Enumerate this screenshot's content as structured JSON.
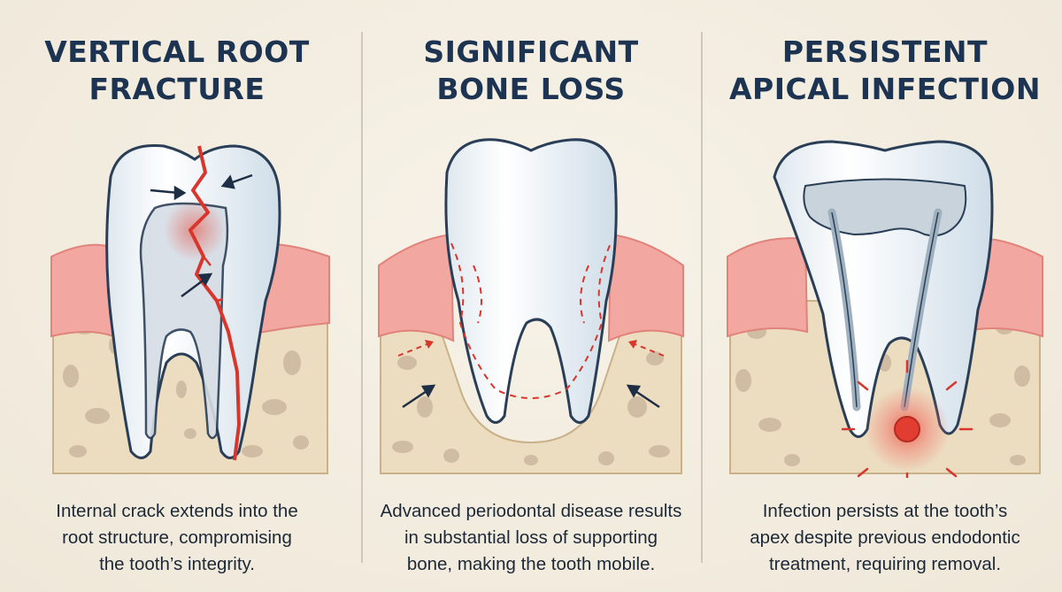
{
  "panels": [
    {
      "title_lines": [
        "VERTICAL ROOT",
        "FRACTURE"
      ],
      "caption_lines": [
        "Internal crack extends into the",
        "root structure, compromising",
        "the tooth’s integrity."
      ]
    },
    {
      "title_lines": [
        "SIGNIFICANT",
        "BONE LOSS"
      ],
      "caption_lines": [
        "Advanced periodontal disease results",
        "in substantial loss of supporting",
        "bone, making the tooth mobile."
      ]
    },
    {
      "title_lines": [
        "PERSISTENT",
        "APICAL INFECTION"
      ],
      "caption_lines": [
        "Infection persists at the tooth’s",
        "apex despite previous endodontic",
        "treatment, requiring removal."
      ]
    }
  ],
  "colors": {
    "background": "#f3ede0",
    "title": "#1c3452",
    "tooth_outline": "#2a3f57",
    "gum": "#f2a7a0",
    "bone": "#ecdcc0",
    "crack_red": "#d8362c",
    "arrow": "#1e2f45"
  },
  "icons": [
    "tooth-fracture-icon",
    "tooth-bone-loss-icon",
    "tooth-apical-infection-icon"
  ]
}
